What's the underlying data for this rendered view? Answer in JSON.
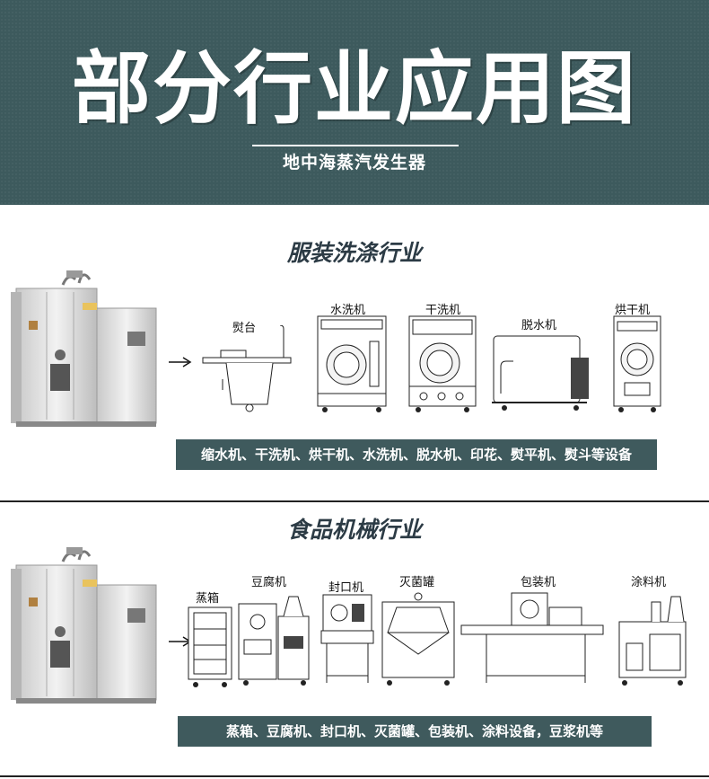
{
  "header": {
    "title": "部分行业应用图",
    "subtitle": "地中海蒸汽发生器"
  },
  "sections": [
    {
      "title": "服装洗涤行业",
      "machines": [
        "熨台",
        "水洗机",
        "干洗机",
        "脱水机",
        "烘干机"
      ],
      "bar_text": "缩水机、干洗机、烘干机、水洗机、脱水机、印花、熨平机、熨斗等设备"
    },
    {
      "title": "食品机械行业",
      "machines": [
        "蒸箱",
        "豆腐机",
        "封口机",
        "灭菌罐",
        "包装机",
        "涂料机"
      ],
      "bar_text": "蒸箱、豆腐机、封口机、灭菌罐、包装机、涂料设备，豆浆机等"
    }
  ],
  "colors": {
    "banner_bg": "#3d5a5d",
    "bar_bg": "#3f5a5d",
    "section_title": "#2c3b45"
  }
}
